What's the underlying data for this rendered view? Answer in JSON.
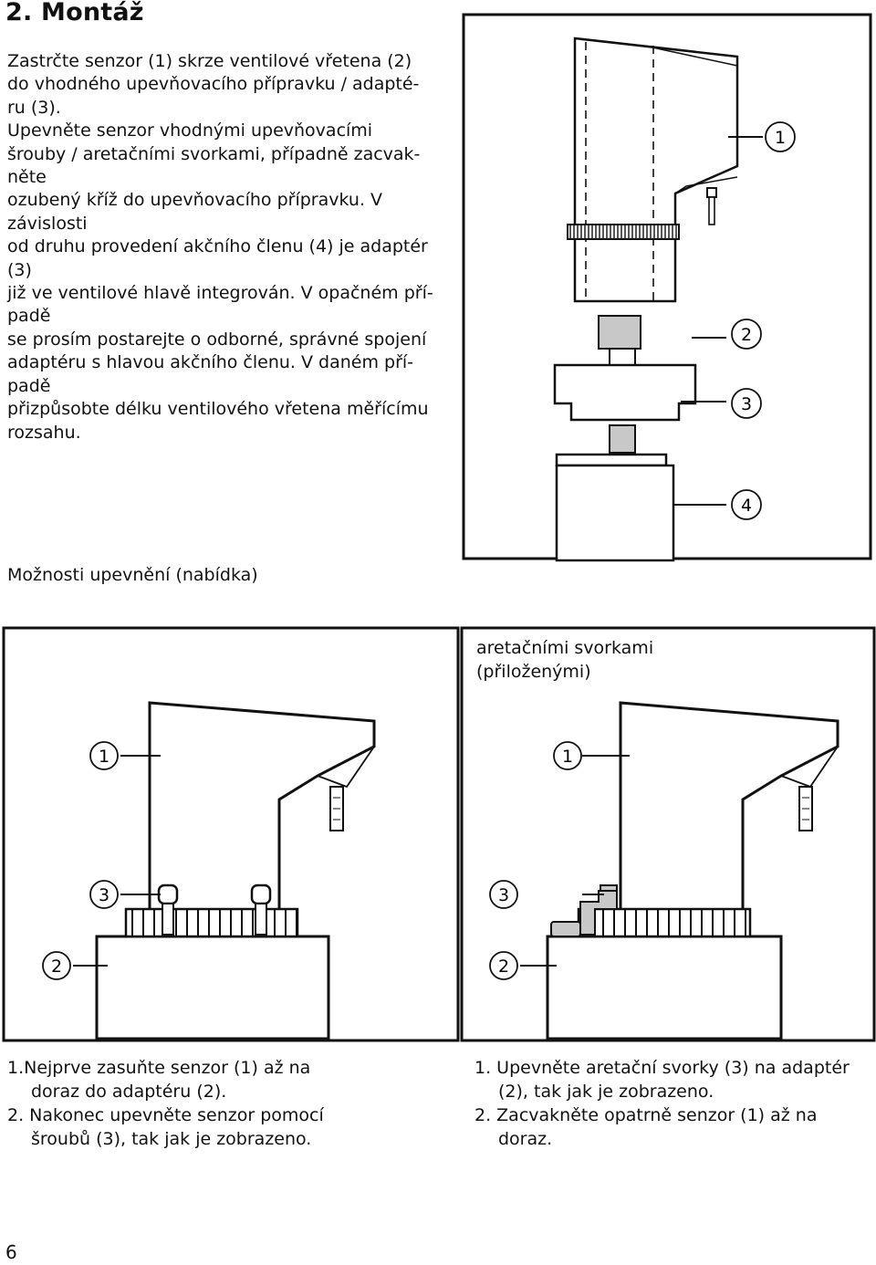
{
  "section": {
    "title": "2. Montáž"
  },
  "intro_lines": [
    "Zastrčte senzor (1) skrze ventilové vřetena (2)",
    "do vhodného upevňovacího přípravku / adapté-",
    "ru (3).",
    "Upevněte senzor vhodnými upevňovacími",
    "šrouby / aretačními svorkami, případně zacvak-",
    "něte",
    "ozubený kříž do upevňovacího přípravku. V",
    "závislosti",
    "od druhu provedení akčního členu (4) je adaptér",
    "(3)",
    "již ve ventilové hlavě integrován. V opačném pří-",
    "padě",
    "se prosím postarejte o odborné, správné spojení",
    "adaptéru s hlavou akčního členu. V daném pří-",
    "padě",
    "přizpůsobte délku ventilového vřetena měřícímu",
    "rozsahu."
  ],
  "top_figure": {
    "callouts": [
      "1",
      "2",
      "3",
      "4"
    ]
  },
  "options": {
    "heading": "Možnosti upevnění (nabídka)"
  },
  "left_panel": {
    "callouts": {
      "sensor": "1",
      "screws": "3",
      "adapter": "2"
    },
    "caption_lines": [
      "1.Nejprve zasuňte senzor  (1) až na",
      "doraz do adaptéru (2).",
      "2. Nakonec upevněte senzor pomocí",
      "šroubů (3), tak jak je zobrazeno."
    ]
  },
  "right_panel": {
    "label_lines": [
      "aretačními svorkami",
      "(přiloženými)"
    ],
    "callouts": {
      "sensor": "1",
      "clamps": "3",
      "adapter": "2"
    },
    "caption_lines": [
      "1. Upevněte aretační svorky (3) na adaptér",
      "(2), tak jak je zobrazeno.",
      "2. Zacvakněte opatrně senzor (1) až na",
      "doraz."
    ]
  },
  "page": {
    "number": "6"
  }
}
